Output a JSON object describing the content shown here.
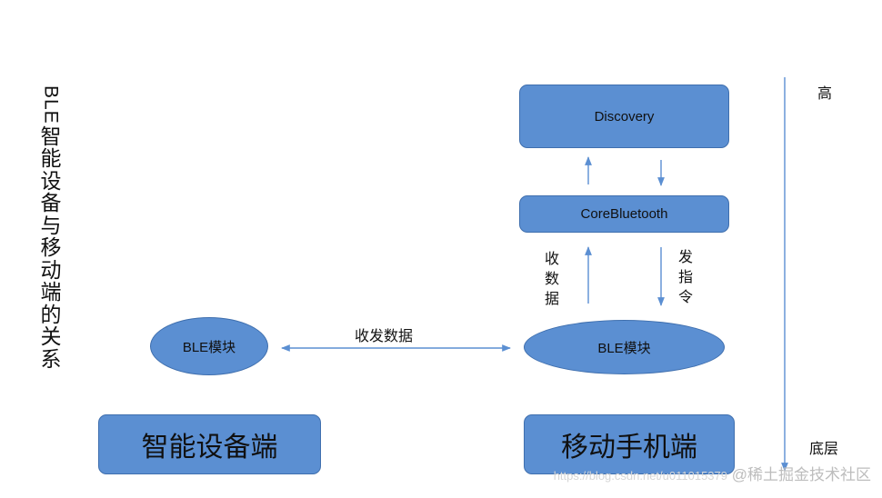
{
  "title": {
    "latin": "BLE",
    "cjk": [
      "智",
      "能",
      "设",
      "备",
      "与",
      "移",
      "动",
      "端",
      "的",
      "关",
      "系"
    ]
  },
  "nodes": {
    "discovery": "Discovery",
    "corebluetooth": "CoreBluetooth",
    "ble_left": "BLE模块",
    "ble_right": "BLE模块",
    "smart_device": "智能设备端",
    "mobile": "移动手机端"
  },
  "edges": {
    "receive_data": [
      "收",
      "数",
      "据"
    ],
    "send_command": [
      "发",
      "指",
      "令"
    ],
    "exchange": "收发数据"
  },
  "scale": {
    "high": "高",
    "low": "底层"
  },
  "watermark": {
    "url": "https://blog.csdn.net/u011015379",
    "brand": "@稀土掘金技术社区"
  },
  "colors": {
    "box_fill": "#5b8fd2",
    "box_border": "#3f6fae",
    "line": "#5b8fd2"
  }
}
